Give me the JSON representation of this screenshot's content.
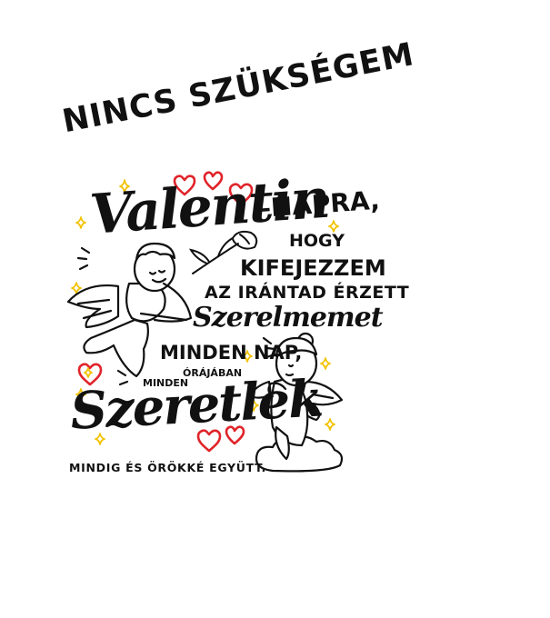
{
  "poster": {
    "title": "NINCS SZÜKSÉGEM",
    "valentin": "Valentin",
    "napra": "–NAPRA,",
    "hogy": "HOGY",
    "kifejezzem": "KIFEJEZZEM",
    "irantad": "AZ IRÁNTAD ÉRZETT",
    "szerelmemet": "Szerelmemet",
    "minden_nap": "MINDEN NAP,",
    "orajaban": "ÓRÁJÁBAN",
    "minden": "MINDEN",
    "szeretlek": "Szeretlek",
    "mindig": "MINDIG ÉS ÖRÖKKÉ EGYÜTT."
  },
  "colors": {
    "background": "#ffffff",
    "ink": "#111111",
    "heart": "#e0242a",
    "sparkle": "#f2c200"
  },
  "icons": [
    "heart-icon",
    "sparkle-icon",
    "cupid-boy",
    "cupid-girl",
    "rose-flower",
    "cloud"
  ]
}
